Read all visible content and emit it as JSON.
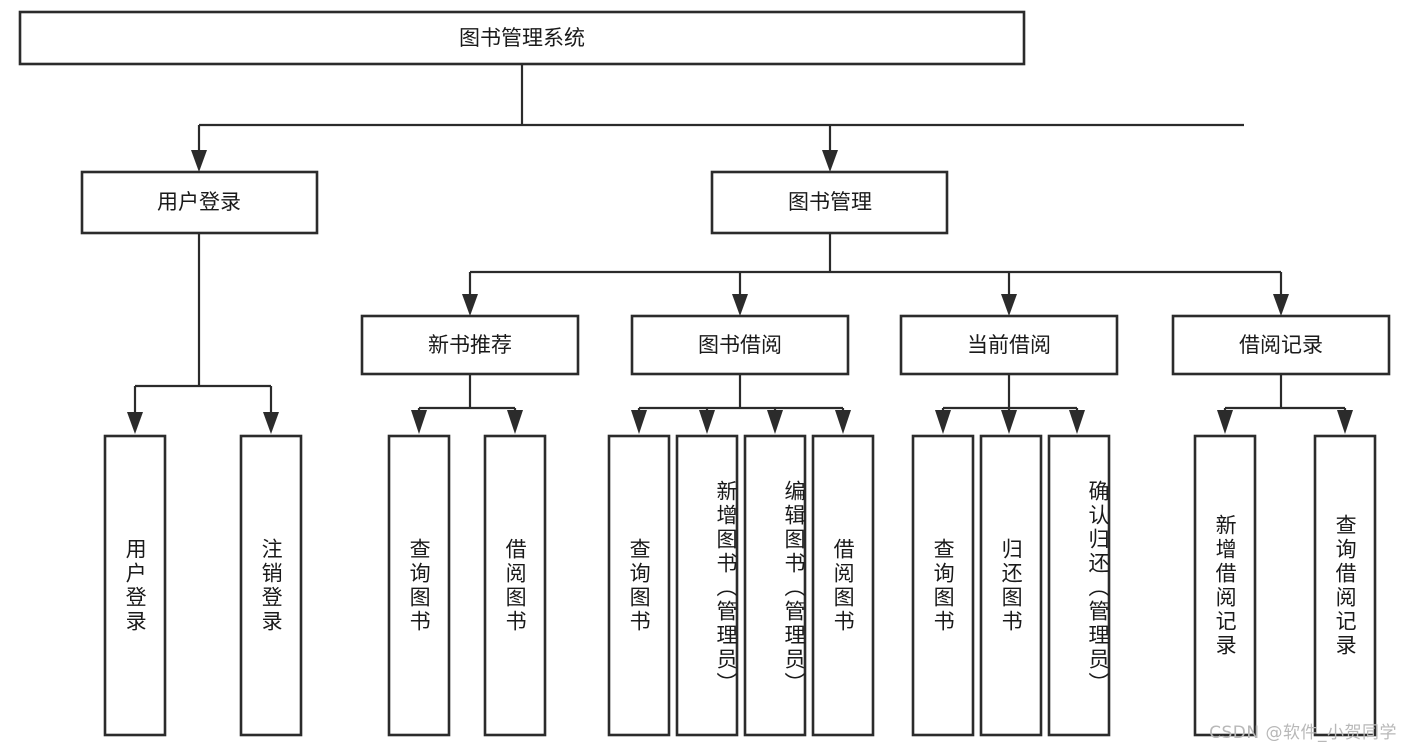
{
  "diagram": {
    "type": "tree-hierarchy",
    "title": "图书管理系统",
    "watermark": "CSDN @软件_小贺同学",
    "colors": {
      "background": "#ffffff",
      "stroke": "#2b2b2b",
      "text": "#1a1a1a",
      "watermark": "#b8b8b8"
    },
    "levels": {
      "root": {
        "label": "图书管理系统"
      },
      "level2": [
        {
          "id": "user-login",
          "label": "用户登录"
        },
        {
          "id": "book-management",
          "label": "图书管理"
        }
      ],
      "level3": [
        {
          "id": "new-book-recommend",
          "label": "新书推荐",
          "parent": "book-management"
        },
        {
          "id": "book-borrow",
          "label": "图书借阅",
          "parent": "book-management"
        },
        {
          "id": "current-borrow",
          "label": "当前借阅",
          "parent": "book-management"
        },
        {
          "id": "borrow-record",
          "label": "借阅记录",
          "parent": "book-management"
        }
      ],
      "leaves": [
        {
          "id": "leaf-user-login",
          "label": "用户登录",
          "parent": "user-login"
        },
        {
          "id": "leaf-logout-login",
          "label": "注销登录",
          "parent": "user-login"
        },
        {
          "id": "leaf-query-book-1",
          "label": "查询图书",
          "parent": "new-book-recommend"
        },
        {
          "id": "leaf-borrow-book-1",
          "label": "借阅图书",
          "parent": "new-book-recommend"
        },
        {
          "id": "leaf-query-book-2",
          "label": "查询图书",
          "parent": "book-borrow"
        },
        {
          "id": "leaf-add-book",
          "label": "新增图书（管理员）",
          "parent": "book-borrow"
        },
        {
          "id": "leaf-edit-book",
          "label": "编辑图书（管理员）",
          "parent": "book-borrow"
        },
        {
          "id": "leaf-borrow-book-2",
          "label": "借阅图书",
          "parent": "book-borrow"
        },
        {
          "id": "leaf-query-book-3",
          "label": "查询图书",
          "parent": "current-borrow"
        },
        {
          "id": "leaf-return-book",
          "label": "归还图书",
          "parent": "current-borrow"
        },
        {
          "id": "leaf-confirm-return",
          "label": "确认归还（管理员）",
          "parent": "current-borrow"
        },
        {
          "id": "leaf-add-record",
          "label": "新增借阅记录",
          "parent": "borrow-record"
        },
        {
          "id": "leaf-query-record",
          "label": "查询借阅记录",
          "parent": "borrow-record"
        }
      ]
    }
  }
}
